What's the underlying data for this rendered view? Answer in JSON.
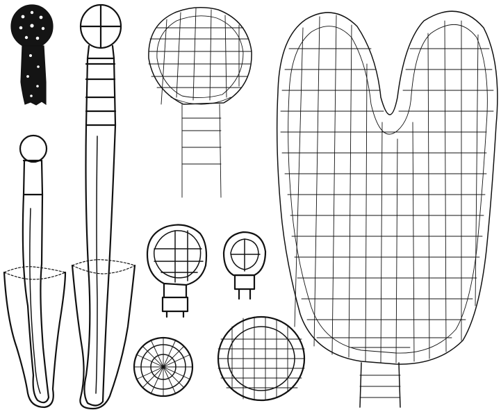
{
  "figure": {
    "panels": [
      {
        "id": "stained-embryo",
        "icon": "stained-suspensor-embryo-figure"
      },
      {
        "id": "short-suspensor-embryo",
        "icon": "short-suspensor-embryo-figure"
      },
      {
        "id": "long-suspensor-embryo",
        "icon": "long-suspensor-embryo-figure"
      },
      {
        "id": "globular-embryo-section",
        "icon": "globular-embryo-section-figure"
      },
      {
        "id": "heart-stage-embryo",
        "icon": "heart-stage-embryo-figure"
      },
      {
        "id": "young-embryo-a",
        "icon": "young-embryo-figure"
      },
      {
        "id": "young-embryo-b",
        "icon": "young-embryo-figure"
      },
      {
        "id": "cross-section-small",
        "icon": "cross-section-figure"
      },
      {
        "id": "cross-section-large",
        "icon": "cross-section-figure"
      }
    ],
    "colors": {
      "ink": "#111111",
      "paper": "#ffffff"
    }
  }
}
